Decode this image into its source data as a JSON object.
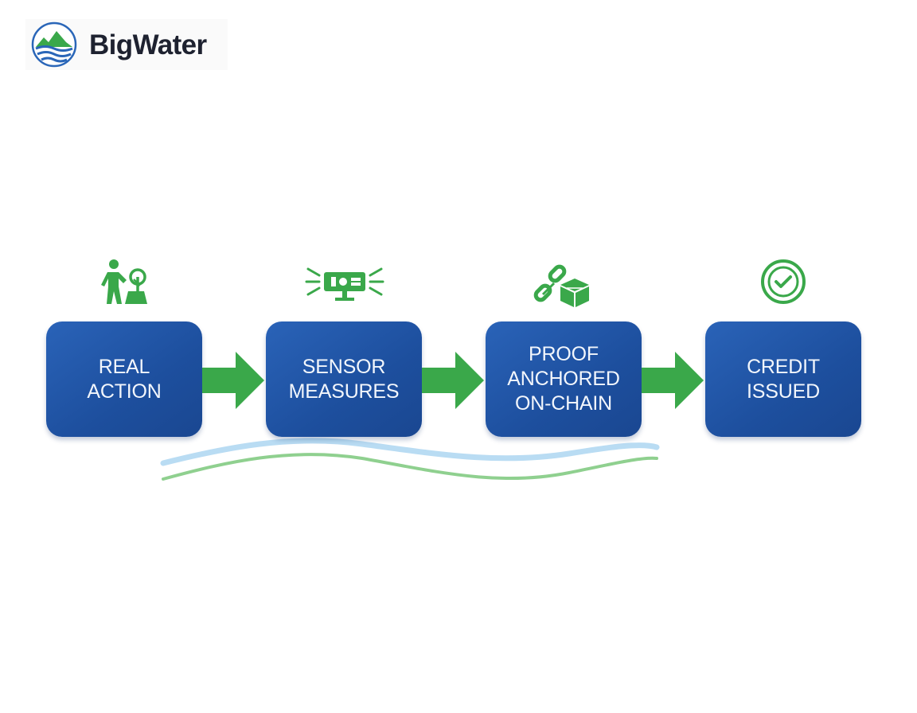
{
  "brand": {
    "name": "BigWater",
    "colors": {
      "blue": "#1f56a8",
      "green": "#3aa84a",
      "light_blue": "#8fc3ea"
    }
  },
  "steps": [
    {
      "label": "REAL\nACTION",
      "icon": "person-planting-tree-icon"
    },
    {
      "label": "SENSOR\nMEASURES",
      "icon": "sensor-device-icon"
    },
    {
      "label": "PROOF\nANCHORED\nON-CHAIN",
      "icon": "chain-link-blocks-icon"
    },
    {
      "label": "CREDIT\nISSUED",
      "icon": "check-circle-icon"
    }
  ]
}
